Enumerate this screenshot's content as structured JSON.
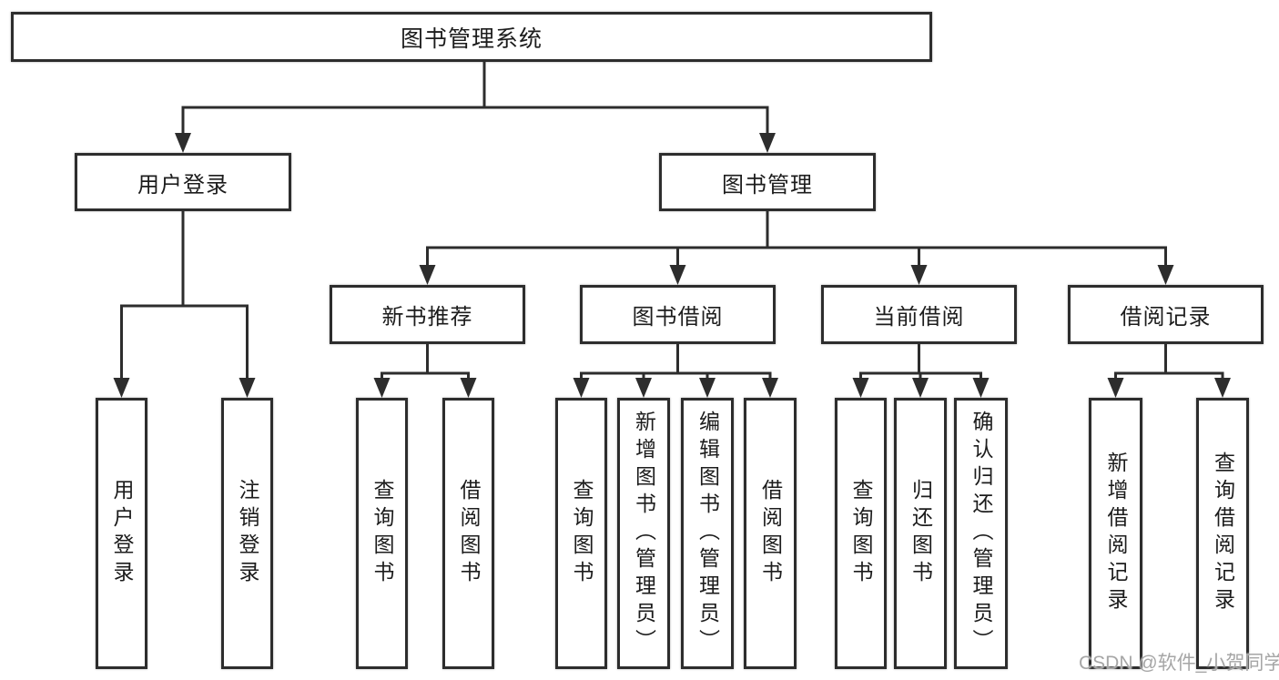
{
  "diagram": {
    "title": "图书管理系统",
    "branches": [
      {
        "label": "用户登录",
        "children": [
          {
            "label": "用户登录"
          },
          {
            "label": "注销登录"
          }
        ]
      },
      {
        "label": "图书管理",
        "children": [
          {
            "label": "新书推荐",
            "children": [
              {
                "label": "查询图书"
              },
              {
                "label": "借阅图书"
              }
            ]
          },
          {
            "label": "图书借阅",
            "children": [
              {
                "label": "查询图书"
              },
              {
                "label": "新增图书（管理员）"
              },
              {
                "label": "编辑图书（管理员）"
              },
              {
                "label": "借阅图书"
              }
            ]
          },
          {
            "label": "当前借阅",
            "children": [
              {
                "label": "查询图书"
              },
              {
                "label": "归还图书"
              },
              {
                "label": "确认归还（管理员）"
              }
            ]
          },
          {
            "label": "借阅记录",
            "children": [
              {
                "label": "新增借阅记录"
              },
              {
                "label": "查询借阅记录"
              }
            ]
          }
        ]
      }
    ]
  },
  "watermark": {
    "text": "CSDN @软件_小贺同学",
    "color": "#a6a6a6"
  },
  "colors": {
    "line": "#2d2d2d",
    "box_border": "#2d2d2d",
    "text": "#1c1c1c",
    "background": "#ffffff"
  }
}
